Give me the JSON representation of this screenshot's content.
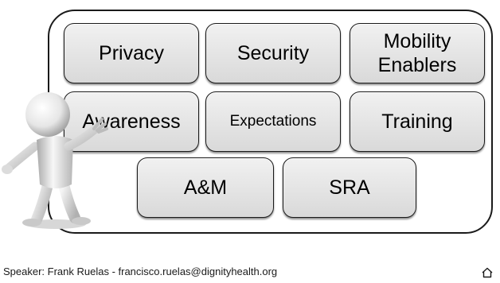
{
  "diagram": {
    "tiles": [
      {
        "id": "privacy",
        "label": "Privacy"
      },
      {
        "id": "security",
        "label": "Security"
      },
      {
        "id": "mobility-enablers",
        "label": "Mobility\nEnablers"
      },
      {
        "id": "awareness",
        "label": "Awareness"
      },
      {
        "id": "expectations",
        "label": "Expectations"
      },
      {
        "id": "training",
        "label": "Training"
      },
      {
        "id": "a-and-m",
        "label": "A&M"
      },
      {
        "id": "sra",
        "label": "SRA"
      }
    ]
  },
  "footer": {
    "speaker": "Speaker: Frank Ruelas - francisco.ruelas@dignityhealth.org"
  },
  "icons": {
    "presenter": "presenter-figure-icon",
    "home": "home-icon"
  }
}
